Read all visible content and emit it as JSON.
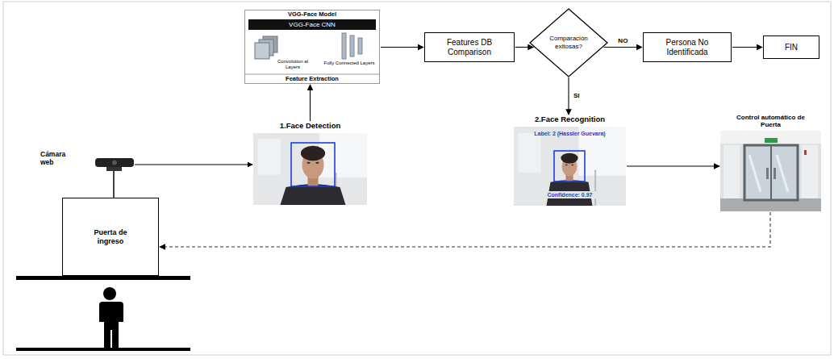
{
  "diagram": {
    "nodes": [
      {
        "text": [
          "VGG-Face Model",
          "VGG-Face CNN",
          "Convolution al Layers",
          "Fully Connected Layers",
          "Feature Extraction"
        ]
      },
      {
        "text": [
          "Features DB Comparison"
        ]
      },
      {
        "text": [
          "Comparación exitosas?"
        ]
      },
      {
        "text": [
          "Persona No Identificada"
        ]
      },
      {
        "text": [
          "FIN"
        ]
      },
      {
        "text": [
          "1.Face Detection"
        ]
      },
      {
        "text": [
          "2.Face Recognition",
          "Label: 2 (Hassler Guevara)",
          "Confidence: 0.97"
        ]
      },
      {
        "text": [
          "Control automático de Puerta"
        ]
      },
      {
        "text": [
          "Puerta de ingreso"
        ]
      }
    ],
    "edges": [
      {
        "from": 5,
        "to": 0,
        "arrow": "to"
      },
      {
        "from": 0,
        "to": 1,
        "arrow": "to"
      },
      {
        "from": 1,
        "to": 2,
        "arrow": "to"
      },
      {
        "from": 2,
        "to": 3,
        "label": "NO",
        "arrow": "to"
      },
      {
        "from": 3,
        "to": 4,
        "arrow": "to"
      },
      {
        "from": 2,
        "to": 6,
        "label": "SI",
        "arrow": "to"
      },
      {
        "from": 6,
        "to": 7,
        "arrow": "to"
      },
      {
        "from": 7,
        "to": 8,
        "arrow": "to"
      }
    ],
    "labels": [
      "Cámara web"
    ]
  }
}
